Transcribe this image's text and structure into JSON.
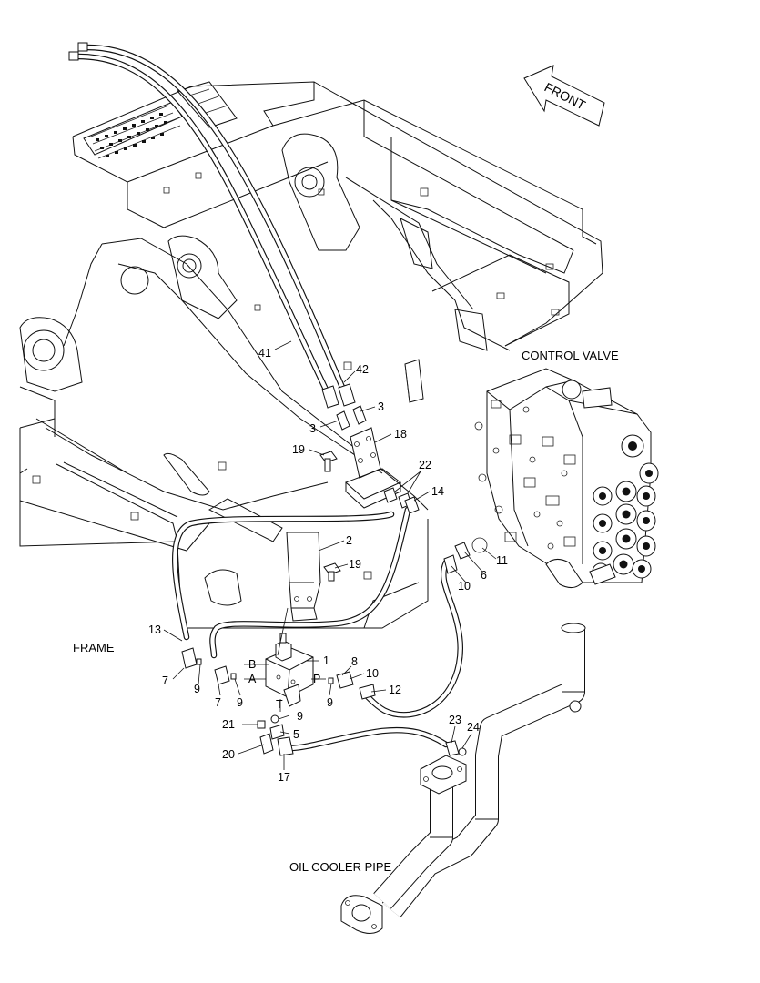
{
  "labels": {
    "front": "FRONT",
    "control_valve": "CONTROL VALVE",
    "frame": "FRAME",
    "oil_cooler_pipe": "OIL COOLER PIPE"
  },
  "ports": {
    "b": "B",
    "a": "A",
    "p": "P",
    "t": "T"
  },
  "parts": {
    "p1": "1",
    "p2": "2",
    "p3a": "3",
    "p3b": "3",
    "p5": "5",
    "p6": "6",
    "p7a": "7",
    "p7b": "7",
    "p8": "8",
    "p9a": "9",
    "p9b": "9",
    "p9c": "9",
    "p9d": "9",
    "p10a": "10",
    "p10b": "10",
    "p11": "11",
    "p12": "12",
    "p13": "13",
    "p14": "14",
    "p17": "17",
    "p18": "18",
    "p19a": "19",
    "p19b": "19",
    "p20": "20",
    "p21": "21",
    "p22": "22",
    "p23": "23",
    "p24": "24",
    "p41": "41",
    "p42": "42"
  }
}
